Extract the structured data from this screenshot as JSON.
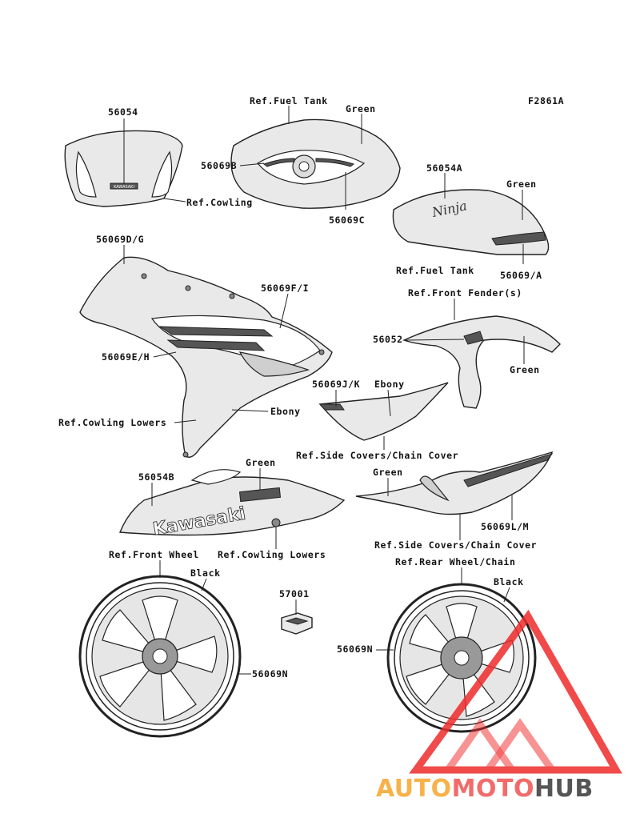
{
  "figure_code": "F2861A",
  "labels": {
    "windscreen": "56054",
    "ref_cowling": "Ref.Cowling",
    "ref_fuel_tank_top": "Ref.Fuel Tank",
    "green_tank": "Green",
    "tank_stripe_b": "56069B",
    "tank_stripe_c": "56069C",
    "tank_cover_decal": "56054A",
    "green_tank_cover": "Green",
    "ref_fuel_tank_side": "Ref.Fuel Tank",
    "tank_cover_stripe": "56069/A",
    "upper_cowl_decal_dg": "56069D/G",
    "cowl_decal_fi": "56069F/I",
    "ref_front_fender": "Ref.Front Fender(s)",
    "cowl_decal_eh": "56069E/H",
    "fender_decal": "56052",
    "green_fender": "Green",
    "ebony_side": "Ebony",
    "side_decal_jk": "56069J/K",
    "ref_cowling_lowers_left": "Ref.Cowling Lowers",
    "ebony_cowl": "Ebony",
    "ref_side_covers_top": "Ref.Side Covers/Chain Cover",
    "green_lower": "Green",
    "green_chain": "Green",
    "lower_decal": "56054B",
    "chain_decal_lm": "56069L/M",
    "ref_front_wheel": "Ref.Front Wheel",
    "ref_cowling_lowers_mid": "Ref.Cowling Lowers",
    "ref_side_covers_bottom": "Ref.Side Covers/Chain Cover",
    "black_front": "Black",
    "ref_rear_wheel": "Ref.Rear Wheel/Chain",
    "clip": "57001",
    "black_rear": "Black",
    "rear_wheel_stripe": "56069N",
    "front_wheel_stripe": "56069N"
  },
  "decal_text": {
    "windscreen_badge": "KAWASAKI",
    "tank_logo": "Ninja",
    "lower_logo": "Kawasaki"
  },
  "watermark": {
    "part1": "AUTO",
    "part2": "MOTO",
    "part3": "HUB",
    "colors": {
      "auto": "#f7b24a",
      "moto": "#f26b6b",
      "hub": "#555555",
      "triangle": "#ef2b2b"
    }
  }
}
